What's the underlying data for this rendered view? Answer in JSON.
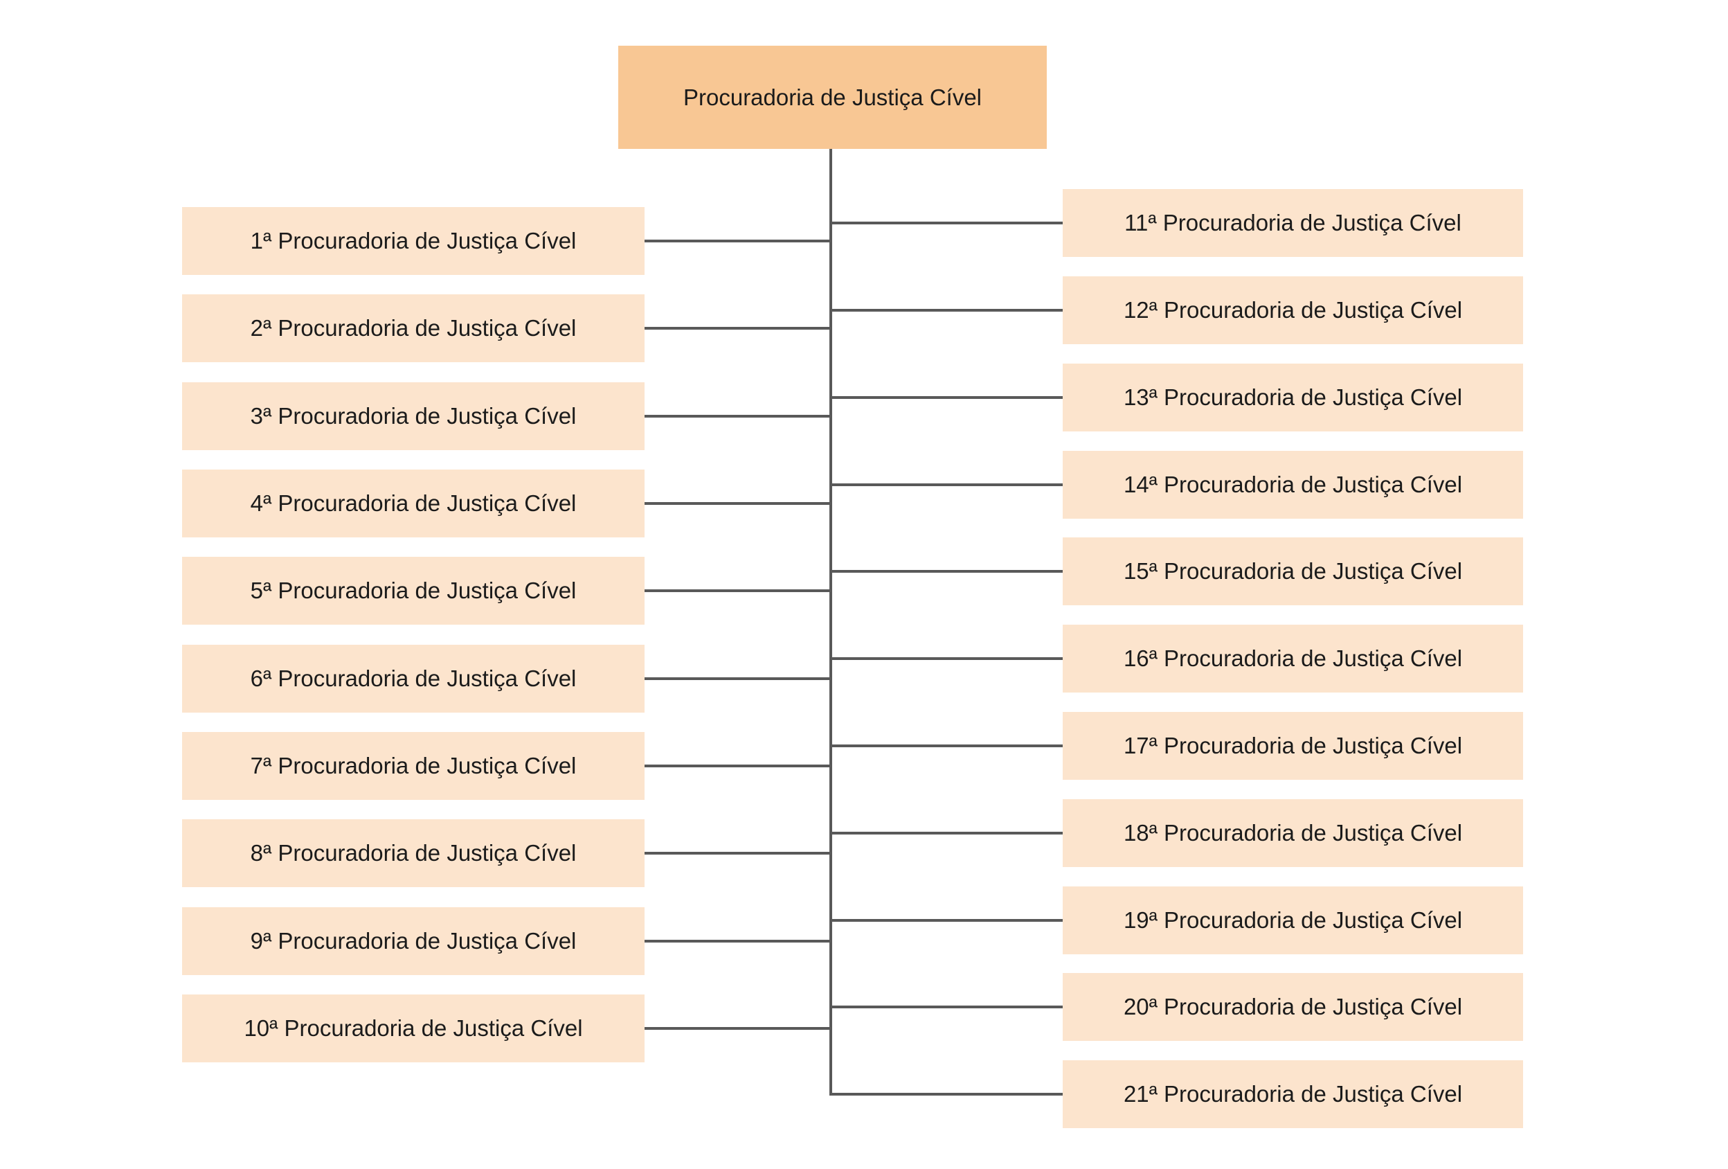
{
  "diagram": {
    "type": "org-chart",
    "root": {
      "label": "Procuradoria de Justiça Cível"
    },
    "left_branches": [
      {
        "label": "1ª Procuradoria de Justiça Cível"
      },
      {
        "label": "2ª Procuradoria de Justiça Cível"
      },
      {
        "label": "3ª Procuradoria de Justiça Cível"
      },
      {
        "label": "4ª Procuradoria de Justiça Cível"
      },
      {
        "label": "5ª Procuradoria de Justiça Cível"
      },
      {
        "label": "6ª Procuradoria de Justiça Cível"
      },
      {
        "label": "7ª Procuradoria de Justiça Cível"
      },
      {
        "label": "8ª Procuradoria de Justiça Cível"
      },
      {
        "label": "9ª Procuradoria de Justiça Cível"
      },
      {
        "label": "10ª Procuradoria de Justiça Cível"
      }
    ],
    "right_branches": [
      {
        "label": "11ª Procuradoria de Justiça Cível"
      },
      {
        "label": "12ª Procuradoria de Justiça Cível"
      },
      {
        "label": "13ª Procuradoria de Justiça Cível"
      },
      {
        "label": "14ª Procuradoria de Justiça Cível"
      },
      {
        "label": "15ª Procuradoria de Justiça Cível"
      },
      {
        "label": "16ª Procuradoria de Justiça Cível"
      },
      {
        "label": "17ª Procuradoria de Justiça Cível"
      },
      {
        "label": "18ª Procuradoria de Justiça Cível"
      },
      {
        "label": "19ª Procuradoria de Justiça Cível"
      },
      {
        "label": "20ª Procuradoria de Justiça Cível"
      },
      {
        "label": "21ª Procuradoria de Justiça Cível"
      }
    ],
    "colors": {
      "root_fill": "#F8C794",
      "branch_fill": "#FCE4CD",
      "connector": "#595959",
      "text": "#1B1B1B",
      "background": "#FFFFFF"
    }
  }
}
